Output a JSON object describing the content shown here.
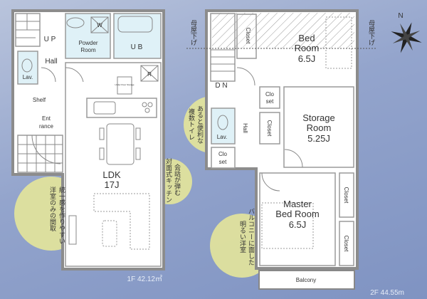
{
  "floor1": {
    "area": "1F 42.12㎡",
    "rooms": {
      "up": "U P",
      "hall": "Hall",
      "powder1": "Powder",
      "powder2": "Room",
      "w": "W",
      "ub": "U B",
      "lav": "Lav.",
      "r": "R",
      "under_floor": "Under Floor Storage",
      "shelf": "Shelf",
      "ent1": "Ent",
      "ent2": "rance",
      "ldk": "LDK",
      "ldk_size": "17J"
    }
  },
  "floor2": {
    "area": "2F 44.55m",
    "rooms": {
      "closet_top": "Closet",
      "bed1": "Bed",
      "bed2": "Room",
      "bed_size": "6.5J",
      "dn": "D N",
      "clo_set_a1": "Clo",
      "clo_set_a2": "set",
      "closet_mid": "Closet",
      "storage1": "Storage",
      "storage2": "Room",
      "storage_size": "5.25J",
      "hall": "Hall",
      "lav": "Lav.",
      "clo_set_b1": "Clo",
      "clo_set_b2": "set",
      "master1": "Master",
      "master2": "Bed Room",
      "master_size": "6.5J",
      "closet_r1": "Closet",
      "closet_r2": "Closet",
      "balcony": "Balcony"
    },
    "roof_note_left": "母屋下げ",
    "roof_note_right": "母屋下げ"
  },
  "callouts": {
    "left": [
      "統一感を作りやすい",
      "洋室のみの間取"
    ],
    "kitchen": [
      "会話が弾む",
      "対面式キッチン"
    ],
    "toilet": [
      "あると便利な",
      "複数トイレ"
    ],
    "balcony": [
      "バルコニーに面した",
      "明るい洋室"
    ]
  },
  "compass": {
    "north_label": "N"
  },
  "colors": {
    "background": "#93a4cc",
    "callout": "#e4e59a",
    "wet_area": "#dff1f7"
  }
}
